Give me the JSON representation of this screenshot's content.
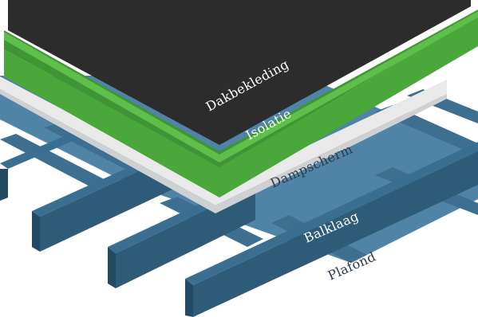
{
  "layers": {
    "roofing": "Dakbekleding",
    "insulation": "Isolatie",
    "vapor_barrier": "Dampscherm",
    "beam_layer": "Balklaag",
    "ceiling": "Plafond"
  },
  "colors": {
    "roofing": "#2c2c2c",
    "insulation": "#4aa83a",
    "vapor_barrier": "#e9e9ea",
    "beams": "#2d5b78",
    "ceiling_panels": "#4f84a6"
  }
}
